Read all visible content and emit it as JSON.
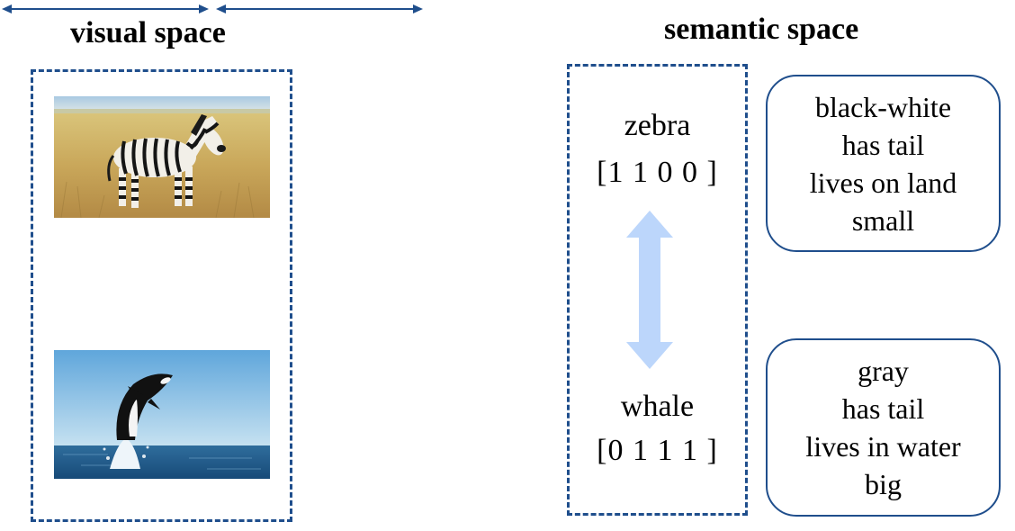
{
  "headings": {
    "visual": "visual space",
    "semantic": "semantic space"
  },
  "images": {
    "top": "zebra standing in dry grassland",
    "bottom": "orca whale breaching out of the sea"
  },
  "classes": [
    {
      "name": "zebra",
      "vector": "[1 1 0 0 ]",
      "attributes": [
        "black-white",
        "has tail",
        "lives on land",
        "small"
      ]
    },
    {
      "name": "whale",
      "vector": "[0 1 1 1 ]",
      "attributes": [
        "gray",
        "has tail",
        "lives in water",
        "big"
      ]
    }
  ],
  "colors": {
    "box_border": "#1f4e8c",
    "arrow": "#1f4e8c",
    "similarity_arrow": "#bcd6fb"
  }
}
